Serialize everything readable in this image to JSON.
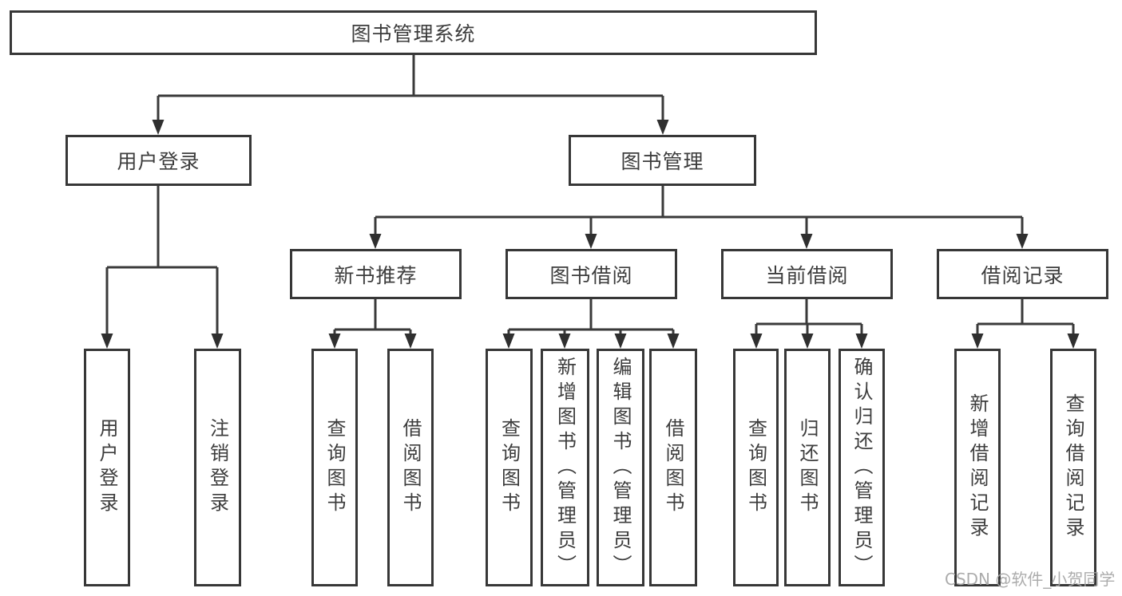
{
  "tree": {
    "label": "图书管理系统",
    "children": [
      {
        "label": "用户登录",
        "children": [
          {
            "label": "用户登录"
          },
          {
            "label": "注销登录"
          }
        ]
      },
      {
        "label": "图书管理",
        "children": [
          {
            "label": "新书推荐",
            "children": [
              {
                "label": "查询图书"
              },
              {
                "label": "借阅图书"
              }
            ]
          },
          {
            "label": "图书借阅",
            "children": [
              {
                "label": "查询图书"
              },
              {
                "label": "新增图书（管理员）"
              },
              {
                "label": "编辑图书（管理员）"
              },
              {
                "label": "借阅图书"
              }
            ]
          },
          {
            "label": "当前借阅",
            "children": [
              {
                "label": "查询图书"
              },
              {
                "label": "归还图书"
              },
              {
                "label": "确认归还（管理员）"
              }
            ]
          },
          {
            "label": "借阅记录",
            "children": [
              {
                "label": "新增借阅记录"
              },
              {
                "label": "查询借阅记录"
              }
            ]
          }
        ]
      }
    ]
  },
  "watermark": "CSDN @软件_小贺同学",
  "style": {
    "line_color": "#3a3a3a",
    "box_border_color": "#373737",
    "text_color": "#3d3d3d",
    "watermark_color": "#a5a5a5",
    "background": "#ffffff"
  }
}
